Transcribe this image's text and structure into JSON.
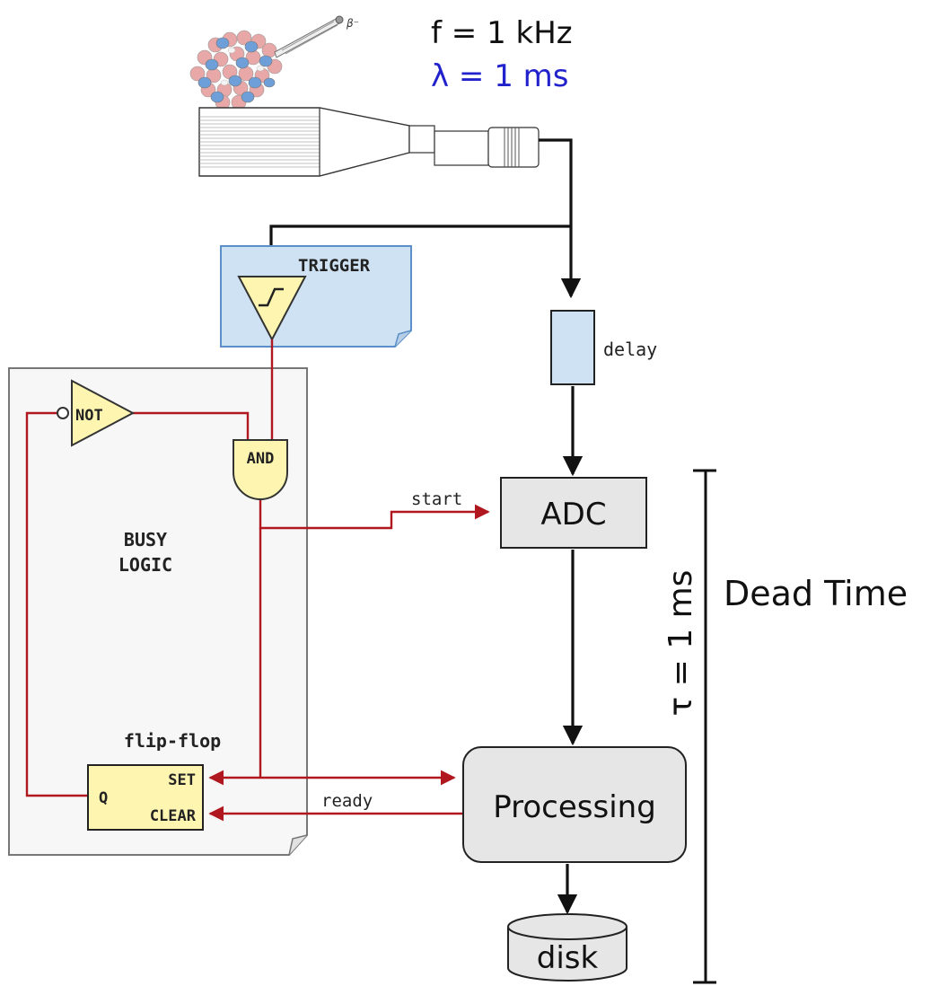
{
  "header": {
    "frequency": "f = 1 kHz",
    "wavelength": "λ = 1 ms",
    "beta_label": "β⁻"
  },
  "trigger": {
    "label": "TRIGGER"
  },
  "delay": {
    "label": "delay"
  },
  "busy_logic": {
    "title_line1": "BUSY",
    "title_line2": "LOGIC",
    "not_gate": "NOT",
    "and_gate": "AND",
    "flip_flop_title": "flip-flop",
    "q_label": "Q",
    "set_label": "SET",
    "clear_label": "CLEAR"
  },
  "signals": {
    "start": "start",
    "ready": "ready"
  },
  "blocks": {
    "adc": "ADC",
    "processing": "Processing",
    "disk": "disk"
  },
  "dead_time": {
    "tau_label": "τ = 1 ms",
    "label": "Dead Time"
  },
  "colors": {
    "signal_red": "#b0171f",
    "wire_black": "#111111",
    "trigger_fill": "#cfe2f3",
    "trigger_stroke": "#5b8fc7",
    "gate_fill": "#fdf5b0",
    "block_fill": "#e6e6e6",
    "panel_fill": "#f7f7f7",
    "blue_text": "#2222cc"
  }
}
